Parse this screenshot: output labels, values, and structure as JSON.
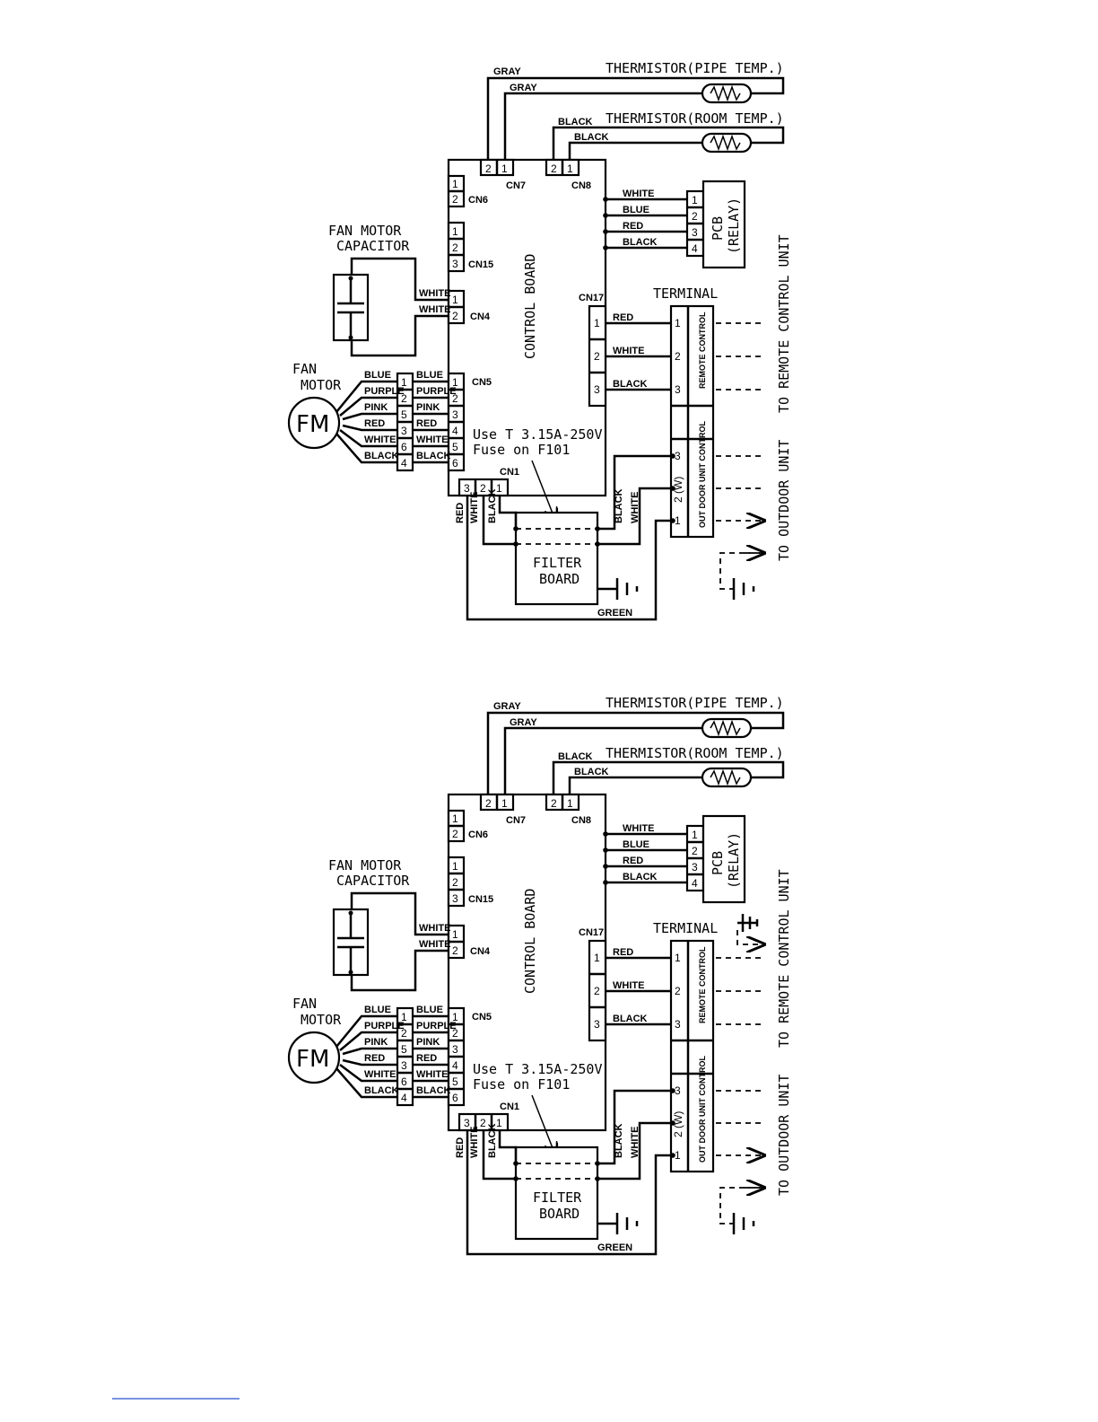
{
  "diagram": {
    "thermistor_pipe": "THERMISTOR(PIPE TEMP.)",
    "thermistor_room": "THERMISTOR(ROOM TEMP.)",
    "wire_gray": "GRAY",
    "wire_black": "BLACK",
    "wire_white": "WHITE",
    "wire_blue": "BLUE",
    "wire_red": "RED",
    "wire_purple": "PURPLE",
    "wire_pink": "PINK",
    "wire_green": "GREEN",
    "cn7": "CN7",
    "cn8": "CN8",
    "cn6": "CN6",
    "cn15": "CN15",
    "cn4": "CN4",
    "cn5": "CN5",
    "cn17": "CN17",
    "cn1": "CN1",
    "pcb_line1": "PCB",
    "pcb_line2": "(RELAY)",
    "control_board": "CONTROL BOARD",
    "capacitor_line1": "FAN MOTOR",
    "capacitor_line2": "CAPACITOR",
    "fan_line1": "FAN",
    "fan_line2": "MOTOR",
    "fm": "FM",
    "terminal": "TERMINAL",
    "remote_control": "REMOTE CONTROL",
    "outdoor_unit_control": "OUT DOOR UNIT CONTROL",
    "to_remote": "TO REMOTE CONTROL UNIT",
    "to_outdoor": "TO OUTDOOR UNIT",
    "fuse_line1": "Use T 3.15A-250V",
    "fuse_line2": "Fuse on F101",
    "filter_line1": "FILTER",
    "filter_line2": "BOARD",
    "n1": "1",
    "n2": "2",
    "n3": "3",
    "n4": "4",
    "n5": "5",
    "n6": "6",
    "n2w": "2 (W)"
  }
}
